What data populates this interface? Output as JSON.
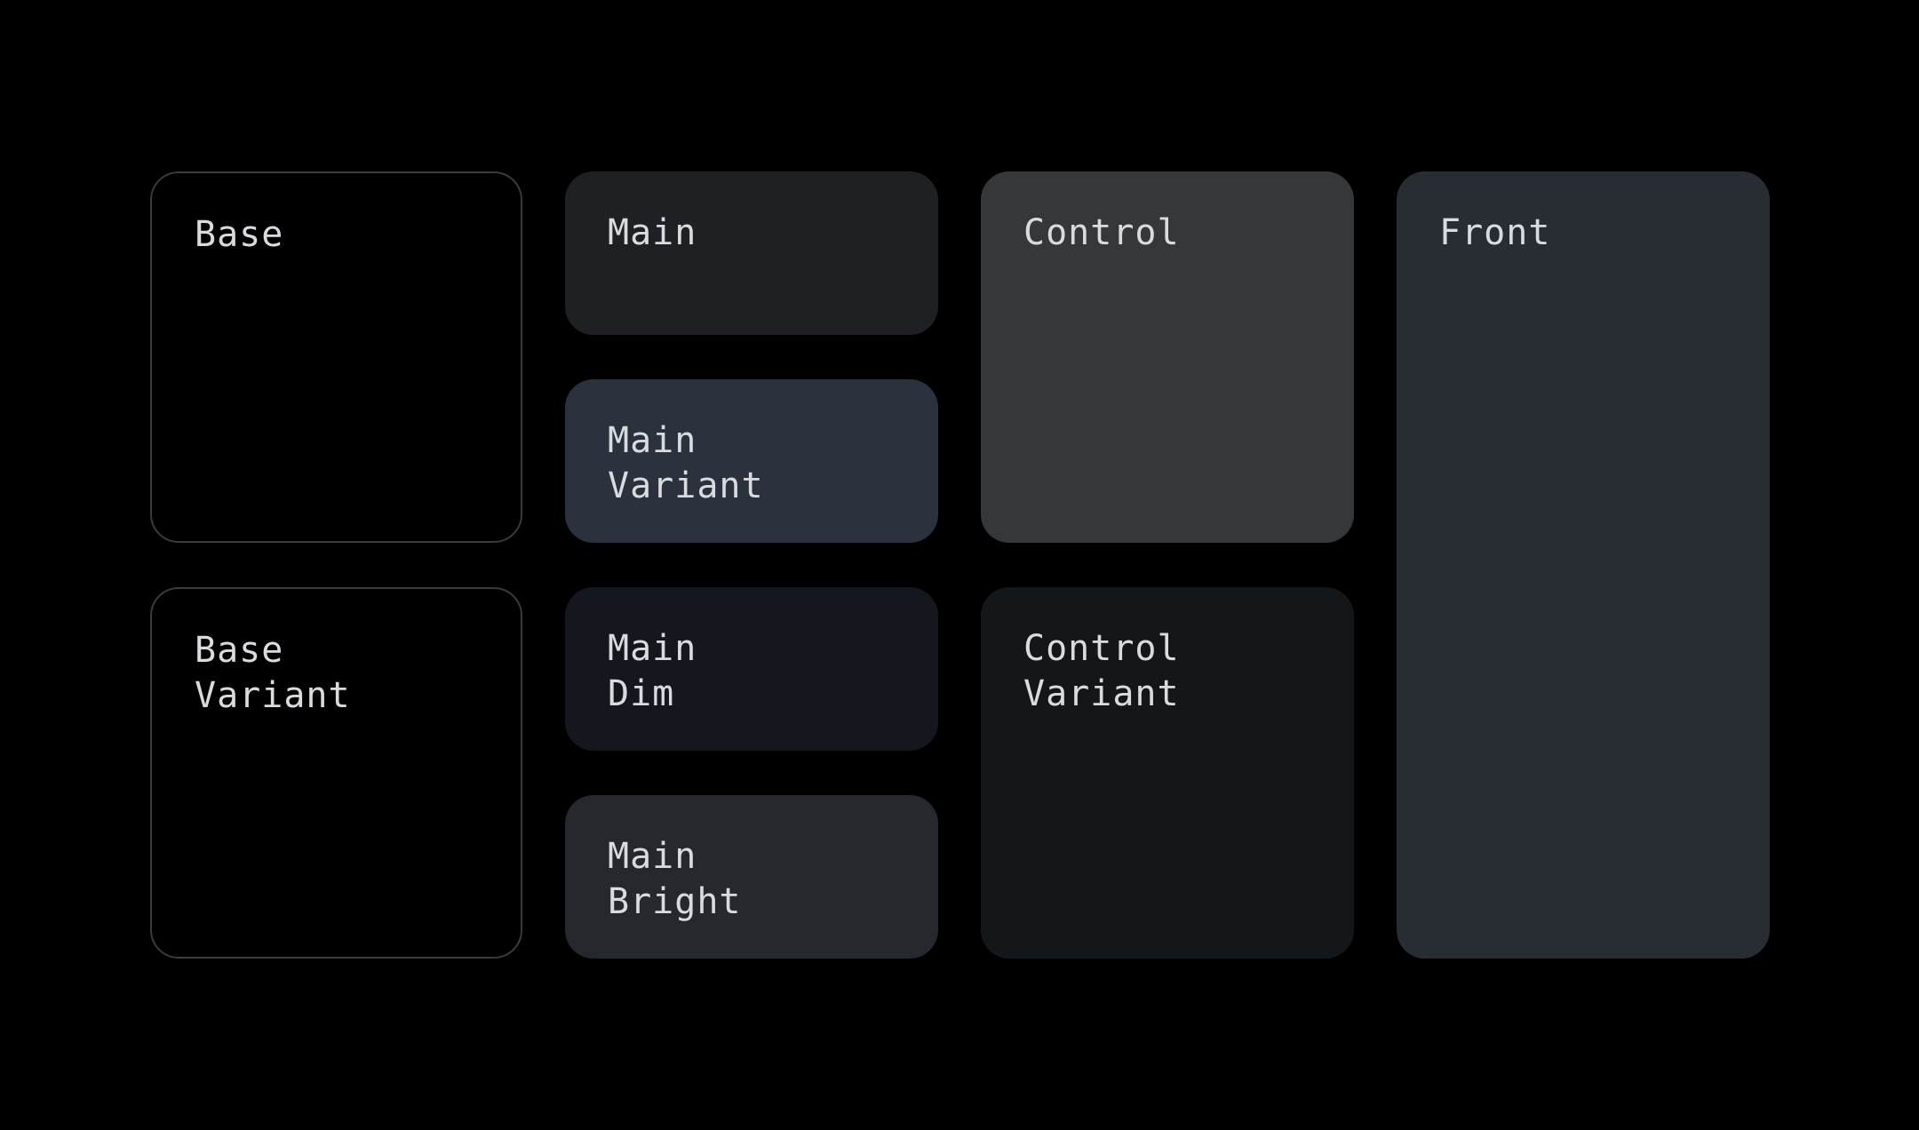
{
  "tiles": {
    "base": {
      "label": "Base",
      "color": "#000000",
      "outline": "#3a3b3e"
    },
    "base_variant": {
      "label": "Base\nVariant",
      "color": "#000000",
      "outline": "#3a3b3e"
    },
    "main": {
      "label": "Main",
      "color": "#1e2024"
    },
    "main_variant": {
      "label": "Main\nVariant",
      "color": "#2b323d"
    },
    "main_dim": {
      "label": "Main\nDim",
      "color": "#14181e"
    },
    "main_bright": {
      "label": "Main\nBright",
      "color": "#25282c"
    },
    "control": {
      "label": "Control",
      "color": "#35373b"
    },
    "control_variant": {
      "label": "Control\nVariant",
      "color": "#14171a"
    },
    "front": {
      "label": "Front",
      "color": "#282d34"
    }
  }
}
